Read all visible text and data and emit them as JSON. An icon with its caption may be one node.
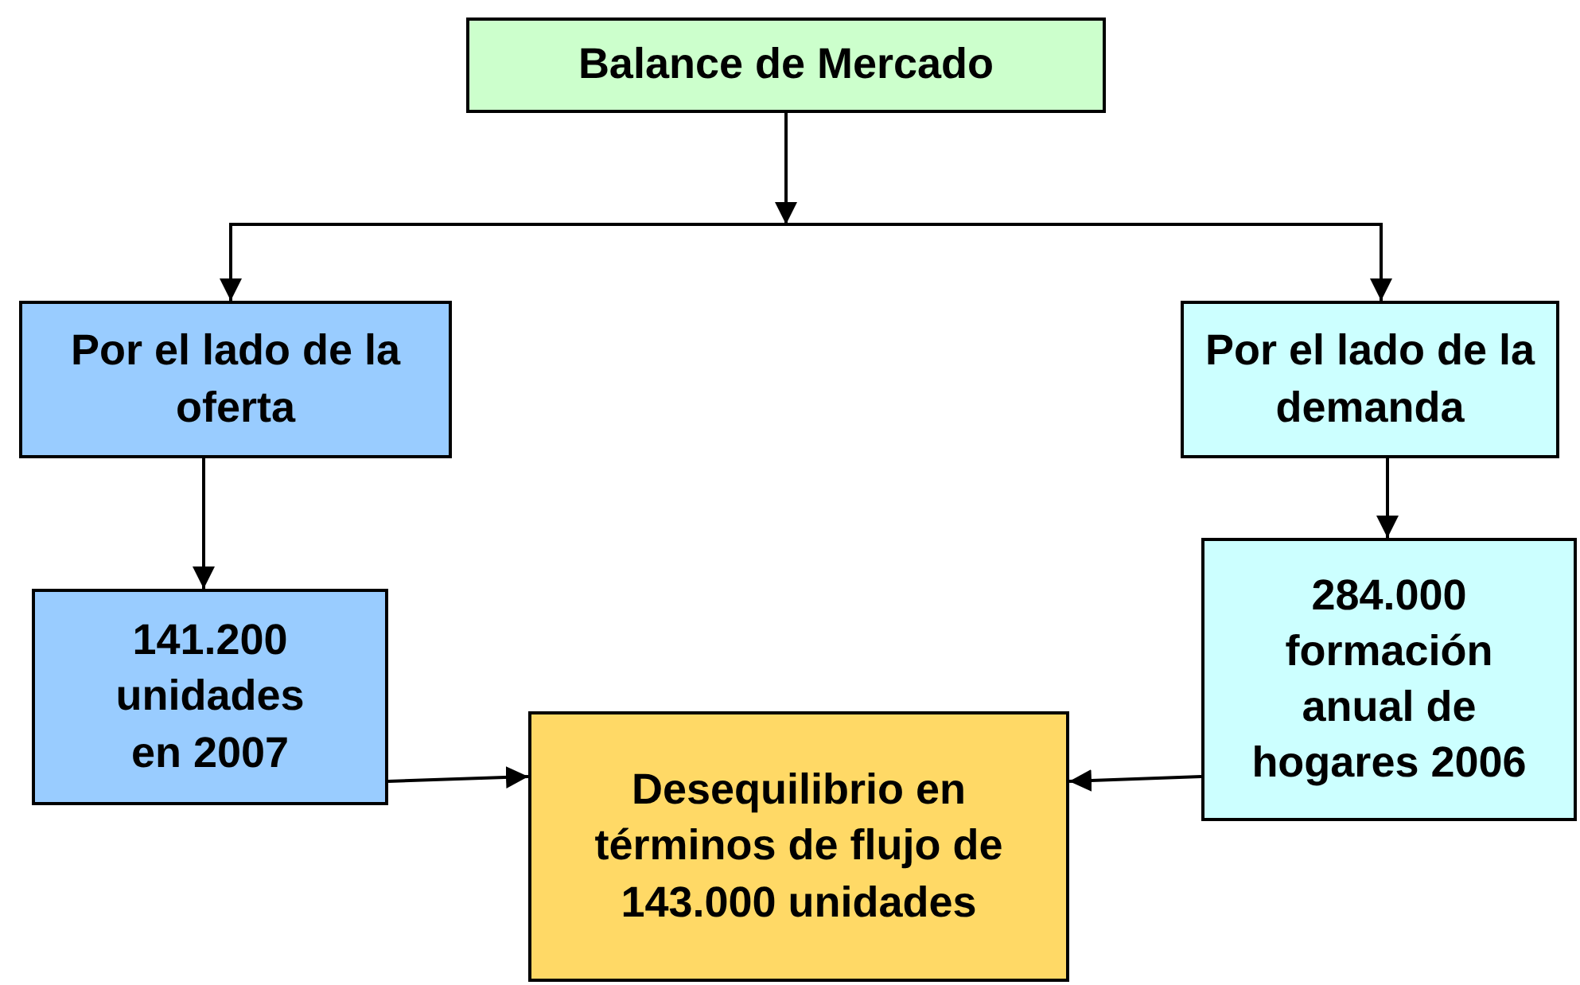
{
  "diagram": {
    "nodes": [
      {
        "text": [
          "Balance de Mercado"
        ]
      },
      {
        "text": [
          "Por el lado de la oferta"
        ]
      },
      {
        "text": [
          "Por el lado de la demanda"
        ]
      },
      {
        "text": [
          "141.200 unidades en 2007"
        ]
      },
      {
        "text": [
          "284.000 formación anual de hogares 2006"
        ]
      },
      {
        "text": [
          "Desequilibrio en términos de flujo de 143.000 unidades"
        ]
      }
    ],
    "edges": [
      {
        "from": 0,
        "to": 1,
        "arrow": "to"
      },
      {
        "from": 0,
        "to": 2,
        "arrow": "to"
      },
      {
        "from": 1,
        "to": 3,
        "arrow": "to"
      },
      {
        "from": 2,
        "to": 4,
        "arrow": "to"
      },
      {
        "from": 3,
        "to": 5,
        "arrow": "to"
      },
      {
        "from": 4,
        "to": 5,
        "arrow": "to"
      }
    ]
  }
}
